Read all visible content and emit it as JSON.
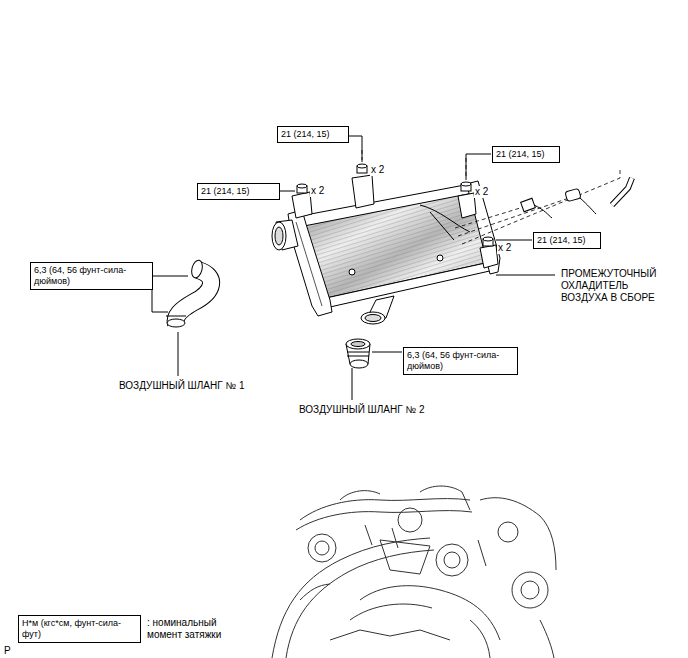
{
  "diagram": {
    "nodes": [
      {
        "text": [
          "21 (214, 15)"
        ]
      },
      {
        "text": [
          "21 (214, 15)"
        ]
      },
      {
        "text": [
          "21 (214, 15)"
        ]
      },
      {
        "text": [
          "21 (214, 15)"
        ]
      },
      {
        "text": [
          "6,3 (64, 56 фунт-сила-дюймов)"
        ]
      },
      {
        "text": [
          "6,3 (64, 56 фунт-сила-дюймов)"
        ]
      },
      {
        "text": [
          "Н*м (кгс*см, фунт-сила-фут)"
        ]
      }
    ],
    "labels": [
      "x 2",
      "x 2",
      "x 2",
      "x 2",
      "ПРОМЕЖУТОЧНЫЙ ОХЛАДИТЕЛЬ ВОЗДУХА В СБОРЕ",
      "ВОЗДУШНЫЙ ШЛАНГ № 1",
      "ВОЗДУШНЫЙ ШЛАНГ № 2",
      ": номинальный момент затяжки",
      "P"
    ]
  }
}
